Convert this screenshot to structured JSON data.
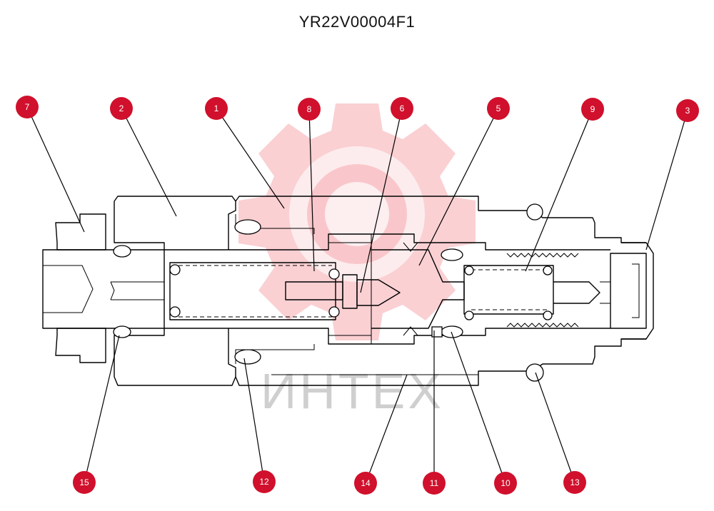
{
  "title": "YR22V00004F1",
  "watermark": {
    "text": "ИНТЕХ",
    "color": "#f5a9ae"
  },
  "callout_color": "#d0102c",
  "callouts": [
    "7",
    "2",
    "1",
    "8",
    "6",
    "5",
    "9",
    "3",
    "15",
    "12",
    "14",
    "11",
    "10",
    "13"
  ]
}
